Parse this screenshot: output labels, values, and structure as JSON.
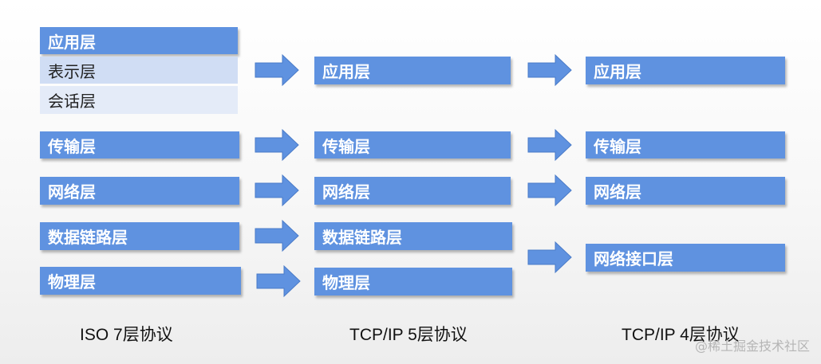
{
  "colors": {
    "layer_fill": "#5f92e0",
    "layer_light_1": "#d0ddf4",
    "layer_light_2": "#e4ebf8",
    "arrow_fill": "#5f92e0"
  },
  "osi": {
    "caption": "ISO 7层协议",
    "layers": [
      "应用层",
      "表示层",
      "会话层",
      "传输层",
      "网络层",
      "数据链路层",
      "物理层"
    ]
  },
  "tcpip5": {
    "caption": "TCP/IP 5层协议",
    "layers": [
      "应用层",
      "传输层",
      "网络层",
      "数据链路层",
      "物理层"
    ]
  },
  "tcpip4": {
    "caption": "TCP/IP 4层协议",
    "layers": [
      "应用层",
      "传输层",
      "网络层",
      "网络接口层"
    ]
  },
  "arrow_icon": "right-arrow-icon",
  "watermark": "@稀土掘金技术社区"
}
